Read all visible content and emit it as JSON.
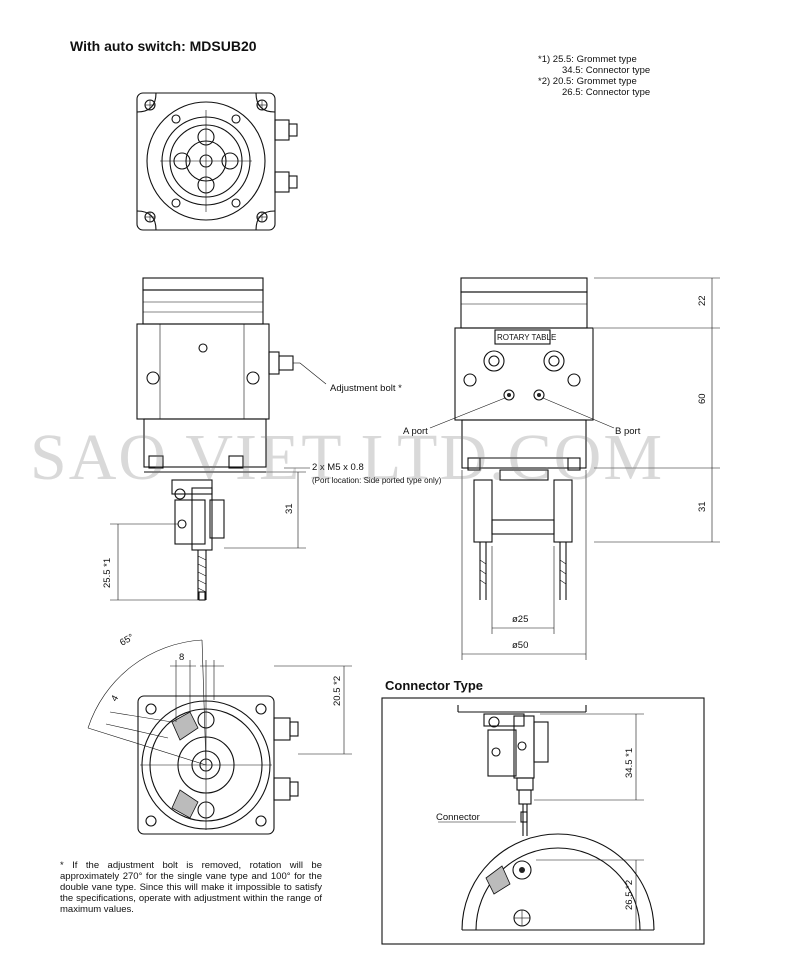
{
  "title": "With auto switch: MDSUB20",
  "notes": {
    "note1_mark": "*1)",
    "note1_line1": "25.5: Grommet type",
    "note1_line2": "34.5: Connector type",
    "note2_mark": "*2)",
    "note2_line1": "20.5: Grommet type",
    "note2_line2": "26.5: Connector type"
  },
  "labels": {
    "adjustment_bolt": "Adjustment bolt *",
    "a_port": "A port",
    "b_port": "B port",
    "port_thread": "2 x M5 x 0.8",
    "port_location": "(Port location: Side ported type only)",
    "rotary_table": "ROTARY TABLE",
    "connector": "Connector"
  },
  "dimensions": {
    "d22": "22",
    "d60": "60",
    "d31_right": "31",
    "d31_left": "31",
    "d25_5": "25.5 *1",
    "d25_dia": "ø25",
    "d50_dia": "ø50",
    "d65": "65°",
    "d8": "8",
    "d4": "4",
    "d20_5": "20.5 *2",
    "d34_5": "34.5 *1",
    "d26_5": "26.5 *2"
  },
  "connector_title": "Connector Type",
  "footnote": "* If the adjustment bolt is removed, rotation will be approximately 270° for the single vane type and 100° for the double vane type. Since this will make it impossible to satisfy the specifications, operate with adjustment within the range of maximum values.",
  "watermark": "SAO VIET LTD.COM"
}
